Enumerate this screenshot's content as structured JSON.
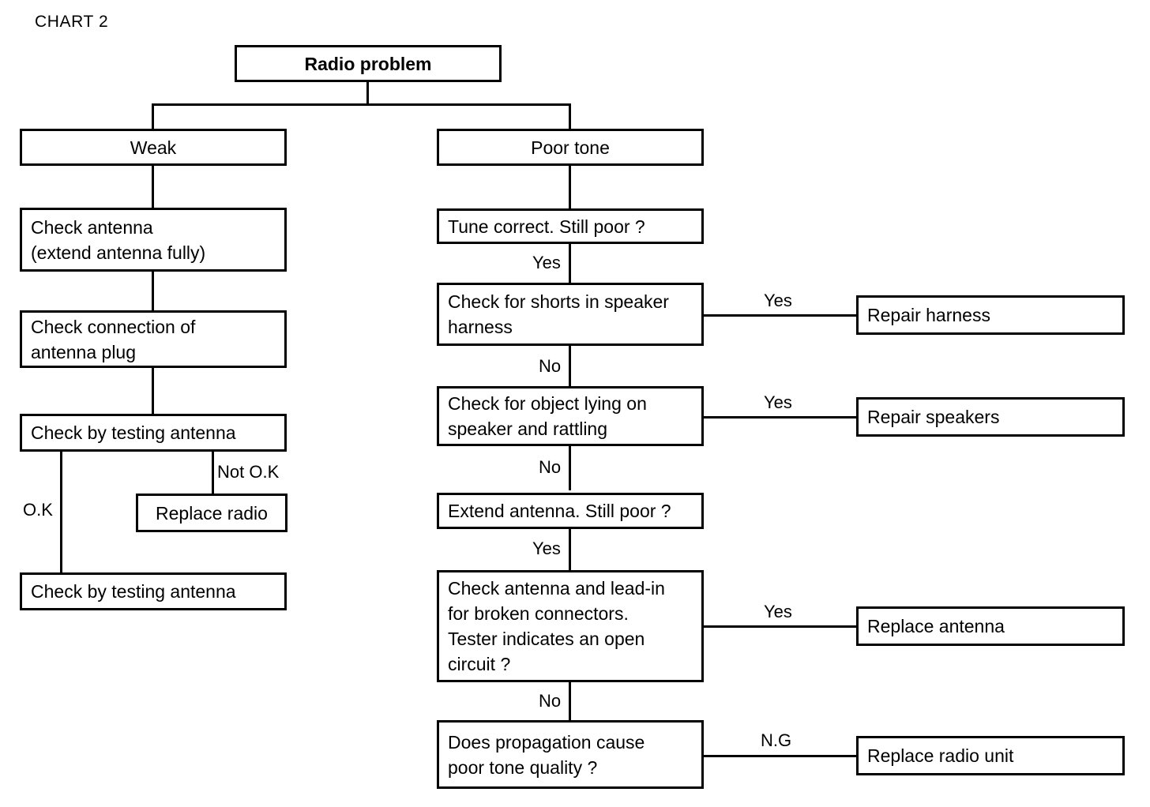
{
  "chart_data": {
    "type": "diagram",
    "title": "CHART 2",
    "subtitle": "",
    "diagram_kind": "troubleshooting-flowchart",
    "root": "Radio problem",
    "nodes": [
      {
        "id": "radio_problem",
        "label": "Radio problem"
      },
      {
        "id": "weak",
        "label": "Weak"
      },
      {
        "id": "poor_tone",
        "label": "Poor tone"
      },
      {
        "id": "check_antenna",
        "label": "Check antenna\n(extend antenna fully)"
      },
      {
        "id": "check_connection",
        "label": "Check connection of\nantenna plug"
      },
      {
        "id": "check_testing_1",
        "label": "Check by testing antenna"
      },
      {
        "id": "replace_radio",
        "label": "Replace radio"
      },
      {
        "id": "check_testing_2",
        "label": "Check by testing antenna"
      },
      {
        "id": "tune_correct",
        "label": "Tune correct. Still poor ?"
      },
      {
        "id": "check_shorts",
        "label": "Check for shorts in speaker\nharness"
      },
      {
        "id": "repair_harness",
        "label": "Repair harness"
      },
      {
        "id": "check_object",
        "label": "Check for object lying on\nspeaker and rattling"
      },
      {
        "id": "repair_speakers",
        "label": "Repair speakers"
      },
      {
        "id": "extend_antenna",
        "label": "Extend antenna. Still poor ?"
      },
      {
        "id": "check_lead_in",
        "label": "Check antenna and lead-in\nfor broken connectors.\nTester indicates an open\ncircuit ?"
      },
      {
        "id": "replace_antenna",
        "label": "Replace antenna"
      },
      {
        "id": "does_propagation",
        "label": "Does propagation cause\npoor tone quality ?"
      },
      {
        "id": "replace_radio_unit",
        "label": "Replace radio unit"
      }
    ],
    "edges": [
      {
        "from": "radio_problem",
        "to": "weak",
        "label": ""
      },
      {
        "from": "radio_problem",
        "to": "poor_tone",
        "label": ""
      },
      {
        "from": "weak",
        "to": "check_antenna",
        "label": ""
      },
      {
        "from": "check_antenna",
        "to": "check_connection",
        "label": ""
      },
      {
        "from": "check_connection",
        "to": "check_testing_1",
        "label": ""
      },
      {
        "from": "check_testing_1",
        "to": "replace_radio",
        "label": "Not O.K"
      },
      {
        "from": "check_testing_1",
        "to": "check_testing_2",
        "label": "O.K"
      },
      {
        "from": "poor_tone",
        "to": "tune_correct",
        "label": ""
      },
      {
        "from": "tune_correct",
        "to": "check_shorts",
        "label": "Yes"
      },
      {
        "from": "check_shorts",
        "to": "repair_harness",
        "label": "Yes"
      },
      {
        "from": "check_shorts",
        "to": "check_object",
        "label": "No"
      },
      {
        "from": "check_object",
        "to": "repair_speakers",
        "label": "Yes"
      },
      {
        "from": "check_object",
        "to": "extend_antenna",
        "label": "No"
      },
      {
        "from": "extend_antenna",
        "to": "check_lead_in",
        "label": "Yes"
      },
      {
        "from": "check_lead_in",
        "to": "replace_antenna",
        "label": "Yes"
      },
      {
        "from": "check_lead_in",
        "to": "does_propagation",
        "label": "No"
      },
      {
        "from": "does_propagation",
        "to": "replace_radio_unit",
        "label": "N.G"
      }
    ]
  },
  "title": "CHART 2",
  "nodes": {
    "radio_problem": "Radio problem",
    "weak": "Weak",
    "poor_tone": "Poor tone",
    "check_antenna": "Check antenna\n(extend antenna fully)",
    "check_connection": "Check connection of\nantenna plug",
    "check_testing_1": "Check by testing antenna",
    "replace_radio": "Replace radio",
    "check_testing_2": "Check by testing antenna",
    "tune_correct": "Tune correct. Still poor ?",
    "check_shorts": "Check for shorts in speaker\nharness",
    "repair_harness": "Repair harness",
    "check_object": "Check for object lying on\nspeaker and rattling",
    "repair_speakers": "Repair speakers",
    "extend_antenna": "Extend antenna. Still poor ?",
    "check_lead_in": "Check antenna and lead-in\nfor broken connectors.\nTester indicates an open\ncircuit ?",
    "replace_antenna": "Replace antenna",
    "does_propagation": "Does propagation cause\npoor tone quality ?",
    "replace_radio_unit": "Replace radio unit"
  },
  "labels": {
    "not_ok": "Not O.K",
    "ok": "O.K",
    "yes_tune": "Yes",
    "yes_shorts": "Yes",
    "no_shorts": "No",
    "yes_object": "Yes",
    "no_object": "No",
    "yes_extend": "Yes",
    "yes_lead_in": "Yes",
    "no_lead_in": "No",
    "ng_propagation": "N.G"
  },
  "colors": {
    "ink": "#000000",
    "paper": "#ffffff"
  }
}
